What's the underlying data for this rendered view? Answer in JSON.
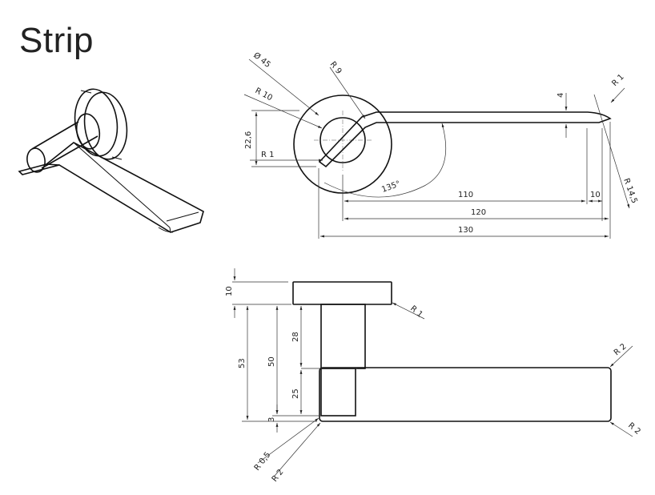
{
  "title": "Strip",
  "top_view": {
    "diameter": "Ø 45",
    "radius_9": "R 9",
    "radius_10": "R 10",
    "radius_1_left": "R 1",
    "radius_1_tip": "R 1",
    "radius_14_5": "R 14,5",
    "dim_22_6": "22,6",
    "dim_4": "4",
    "angle": "135°",
    "dim_110": "110",
    "dim_10": "10",
    "dim_120": "120",
    "dim_130": "130"
  },
  "side_view": {
    "dim_10": "10",
    "dim_53": "53",
    "dim_50": "50",
    "dim_28": "28",
    "dim_25": "25",
    "dim_3": "3",
    "radius_1": "R 1",
    "radius_2_top": "R 2",
    "radius_2_bottom": "R 2",
    "radius_0_5": "R 0,5",
    "radius_2_left": "R 2"
  }
}
